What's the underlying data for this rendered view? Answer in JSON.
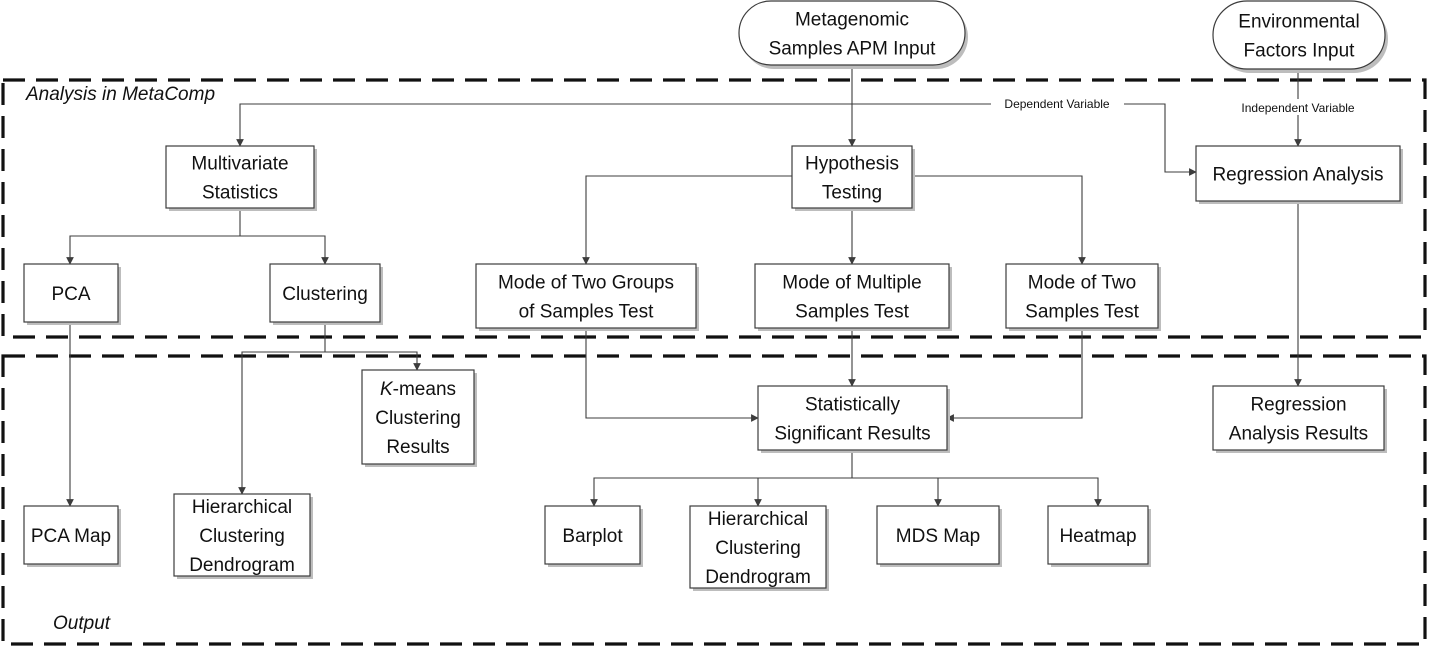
{
  "regions": {
    "analysis": {
      "label": "Analysis in MetaComp"
    },
    "output": {
      "label": "Output"
    }
  },
  "nodes": {
    "metagenomic_input": {
      "lines": [
        "Metagenomic",
        "Samples APM Input"
      ]
    },
    "environmental_input": {
      "lines": [
        "Environmental",
        "Factors Input"
      ]
    },
    "multivariate": {
      "lines": [
        "Multivariate",
        "Statistics"
      ]
    },
    "hypothesis": {
      "lines": [
        "Hypothesis",
        "Testing"
      ]
    },
    "regression": {
      "lines": [
        "Regression Analysis"
      ]
    },
    "pca": {
      "lines": [
        "PCA"
      ]
    },
    "clustering": {
      "lines": [
        "Clustering"
      ]
    },
    "two_groups": {
      "lines": [
        "Mode of Two Groups",
        "of Samples Test"
      ]
    },
    "multiple": {
      "lines": [
        "Mode of Multiple",
        "Samples Test"
      ]
    },
    "two_samples": {
      "lines": [
        "Mode of Two",
        "Samples Test"
      ]
    },
    "kmeans": {
      "lines": [
        "K-means",
        "Clustering",
        "Results"
      ],
      "italic_prefix": "K"
    },
    "significant": {
      "lines": [
        "Statistically",
        "Significant Results"
      ]
    },
    "regression_results": {
      "lines": [
        "Regression",
        "Analysis Results"
      ]
    },
    "pca_map": {
      "lines": [
        "PCA Map"
      ]
    },
    "hier_dendro_1": {
      "lines": [
        "Hierarchical",
        "Clustering",
        "Dendrogram"
      ]
    },
    "barplot": {
      "lines": [
        "Barplot"
      ]
    },
    "hier_dendro_2": {
      "lines": [
        "Hierarchical",
        "Clustering",
        "Dendrogram"
      ]
    },
    "mds_map": {
      "lines": [
        "MDS Map"
      ]
    },
    "heatmap": {
      "lines": [
        "Heatmap"
      ]
    }
  },
  "edge_labels": {
    "dependent": "Dependent Variable",
    "independent": "Independent Variable"
  }
}
